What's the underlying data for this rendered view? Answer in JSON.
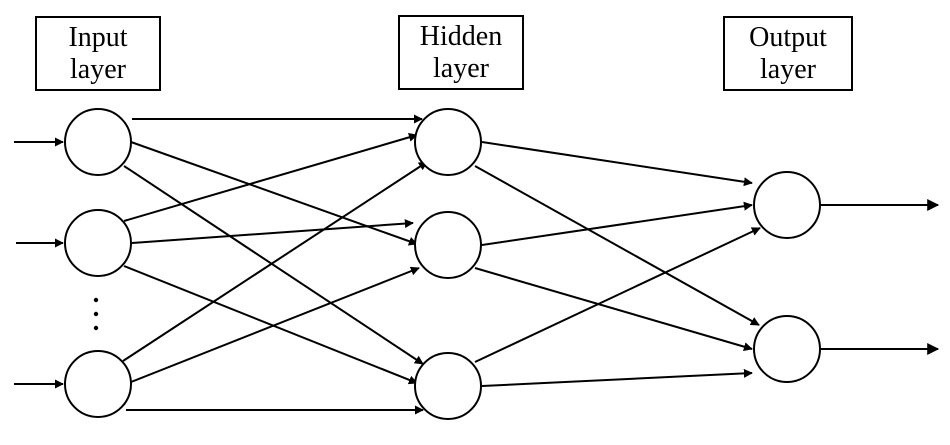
{
  "layers": {
    "input": {
      "line1": "Input",
      "line2": "layer"
    },
    "hidden": {
      "line1": "Hidden",
      "line2": "layer"
    },
    "output": {
      "line1": "Output",
      "line2": "layer"
    }
  },
  "network": {
    "input_neurons": 3,
    "hidden_neurons": 3,
    "output_neurons": 2,
    "input_ellipsis": true,
    "fully_connected": true
  },
  "colors": {
    "stroke": "#000000",
    "fill": "#ffffff"
  }
}
